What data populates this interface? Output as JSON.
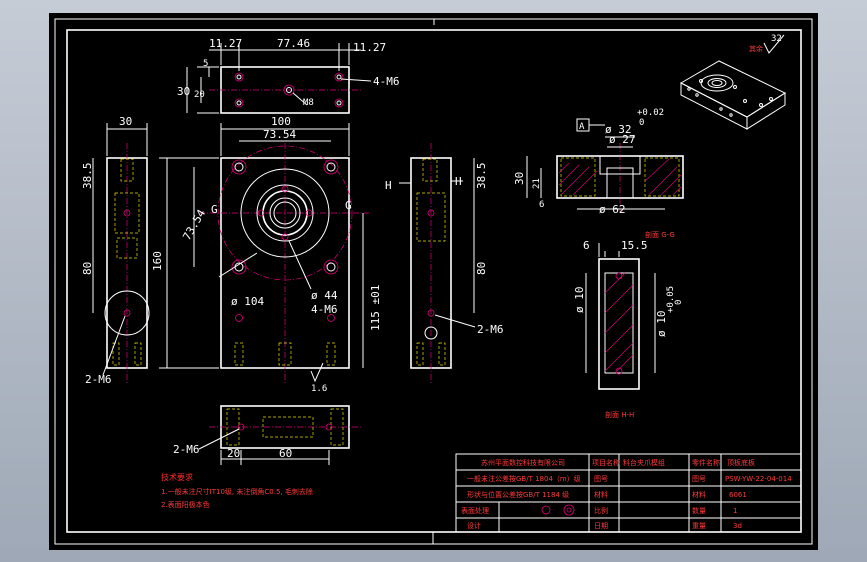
{
  "drawing": {
    "roughness": "32",
    "top_view": {
      "dims": [
        "11.27",
        "77.46",
        "11.27",
        "5",
        "30",
        "20",
        "4-M6",
        "M8"
      ]
    },
    "front_view": {
      "dims": [
        "100",
        "73.54",
        "160",
        "73.54",
        "ø 104",
        "ø 44",
        "4-M6",
        "115 ±01",
        "1.6"
      ],
      "section_marks": [
        "G",
        "G"
      ]
    },
    "left_view": {
      "dims": [
        "30",
        "38.5",
        "80",
        "2-M6"
      ]
    },
    "right_view": {
      "dims": [
        "38.5",
        "80",
        "2-M6"
      ],
      "section_marks": [
        "H",
        "H"
      ]
    },
    "bottom_view": {
      "dims": [
        "20",
        "60",
        "2-M6"
      ]
    },
    "section_gg": {
      "dims": [
        "ø 32",
        "+0.02",
        "0",
        "ø 27",
        "30",
        "21",
        "6",
        "ø 62"
      ],
      "datum": "A",
      "label": "剖面 G-G"
    },
    "section_hh": {
      "dims": [
        "6",
        "15.5",
        "ø 10",
        "ø 10",
        "+0.05",
        "0"
      ],
      "label": "剖面 H-H"
    },
    "tech_notes": [
      "技术要求",
      "1.一般未注尺寸IT10级, 未注倒角C0.5, 毛刺去除",
      "2.表面阳极本色"
    ]
  },
  "title_block": {
    "rows": [
      [
        "苏州平面数控科技有限公司",
        "项目名称",
        "料台夹爪模组",
        "零件名称",
        "顶板底板"
      ],
      [
        "一般未注公差按GB/T 1804（m）级",
        "图号",
        "",
        "图号",
        "PSW-YW-22-04-014"
      ],
      [
        "形状与位置公差按GB/T 1184 级",
        "材料",
        "",
        "材料",
        "6061"
      ],
      [
        "表面处理",
        "比例",
        "",
        "数量",
        "1"
      ],
      [
        "设计",
        "日期",
        "",
        "重量",
        "3d"
      ]
    ]
  }
}
